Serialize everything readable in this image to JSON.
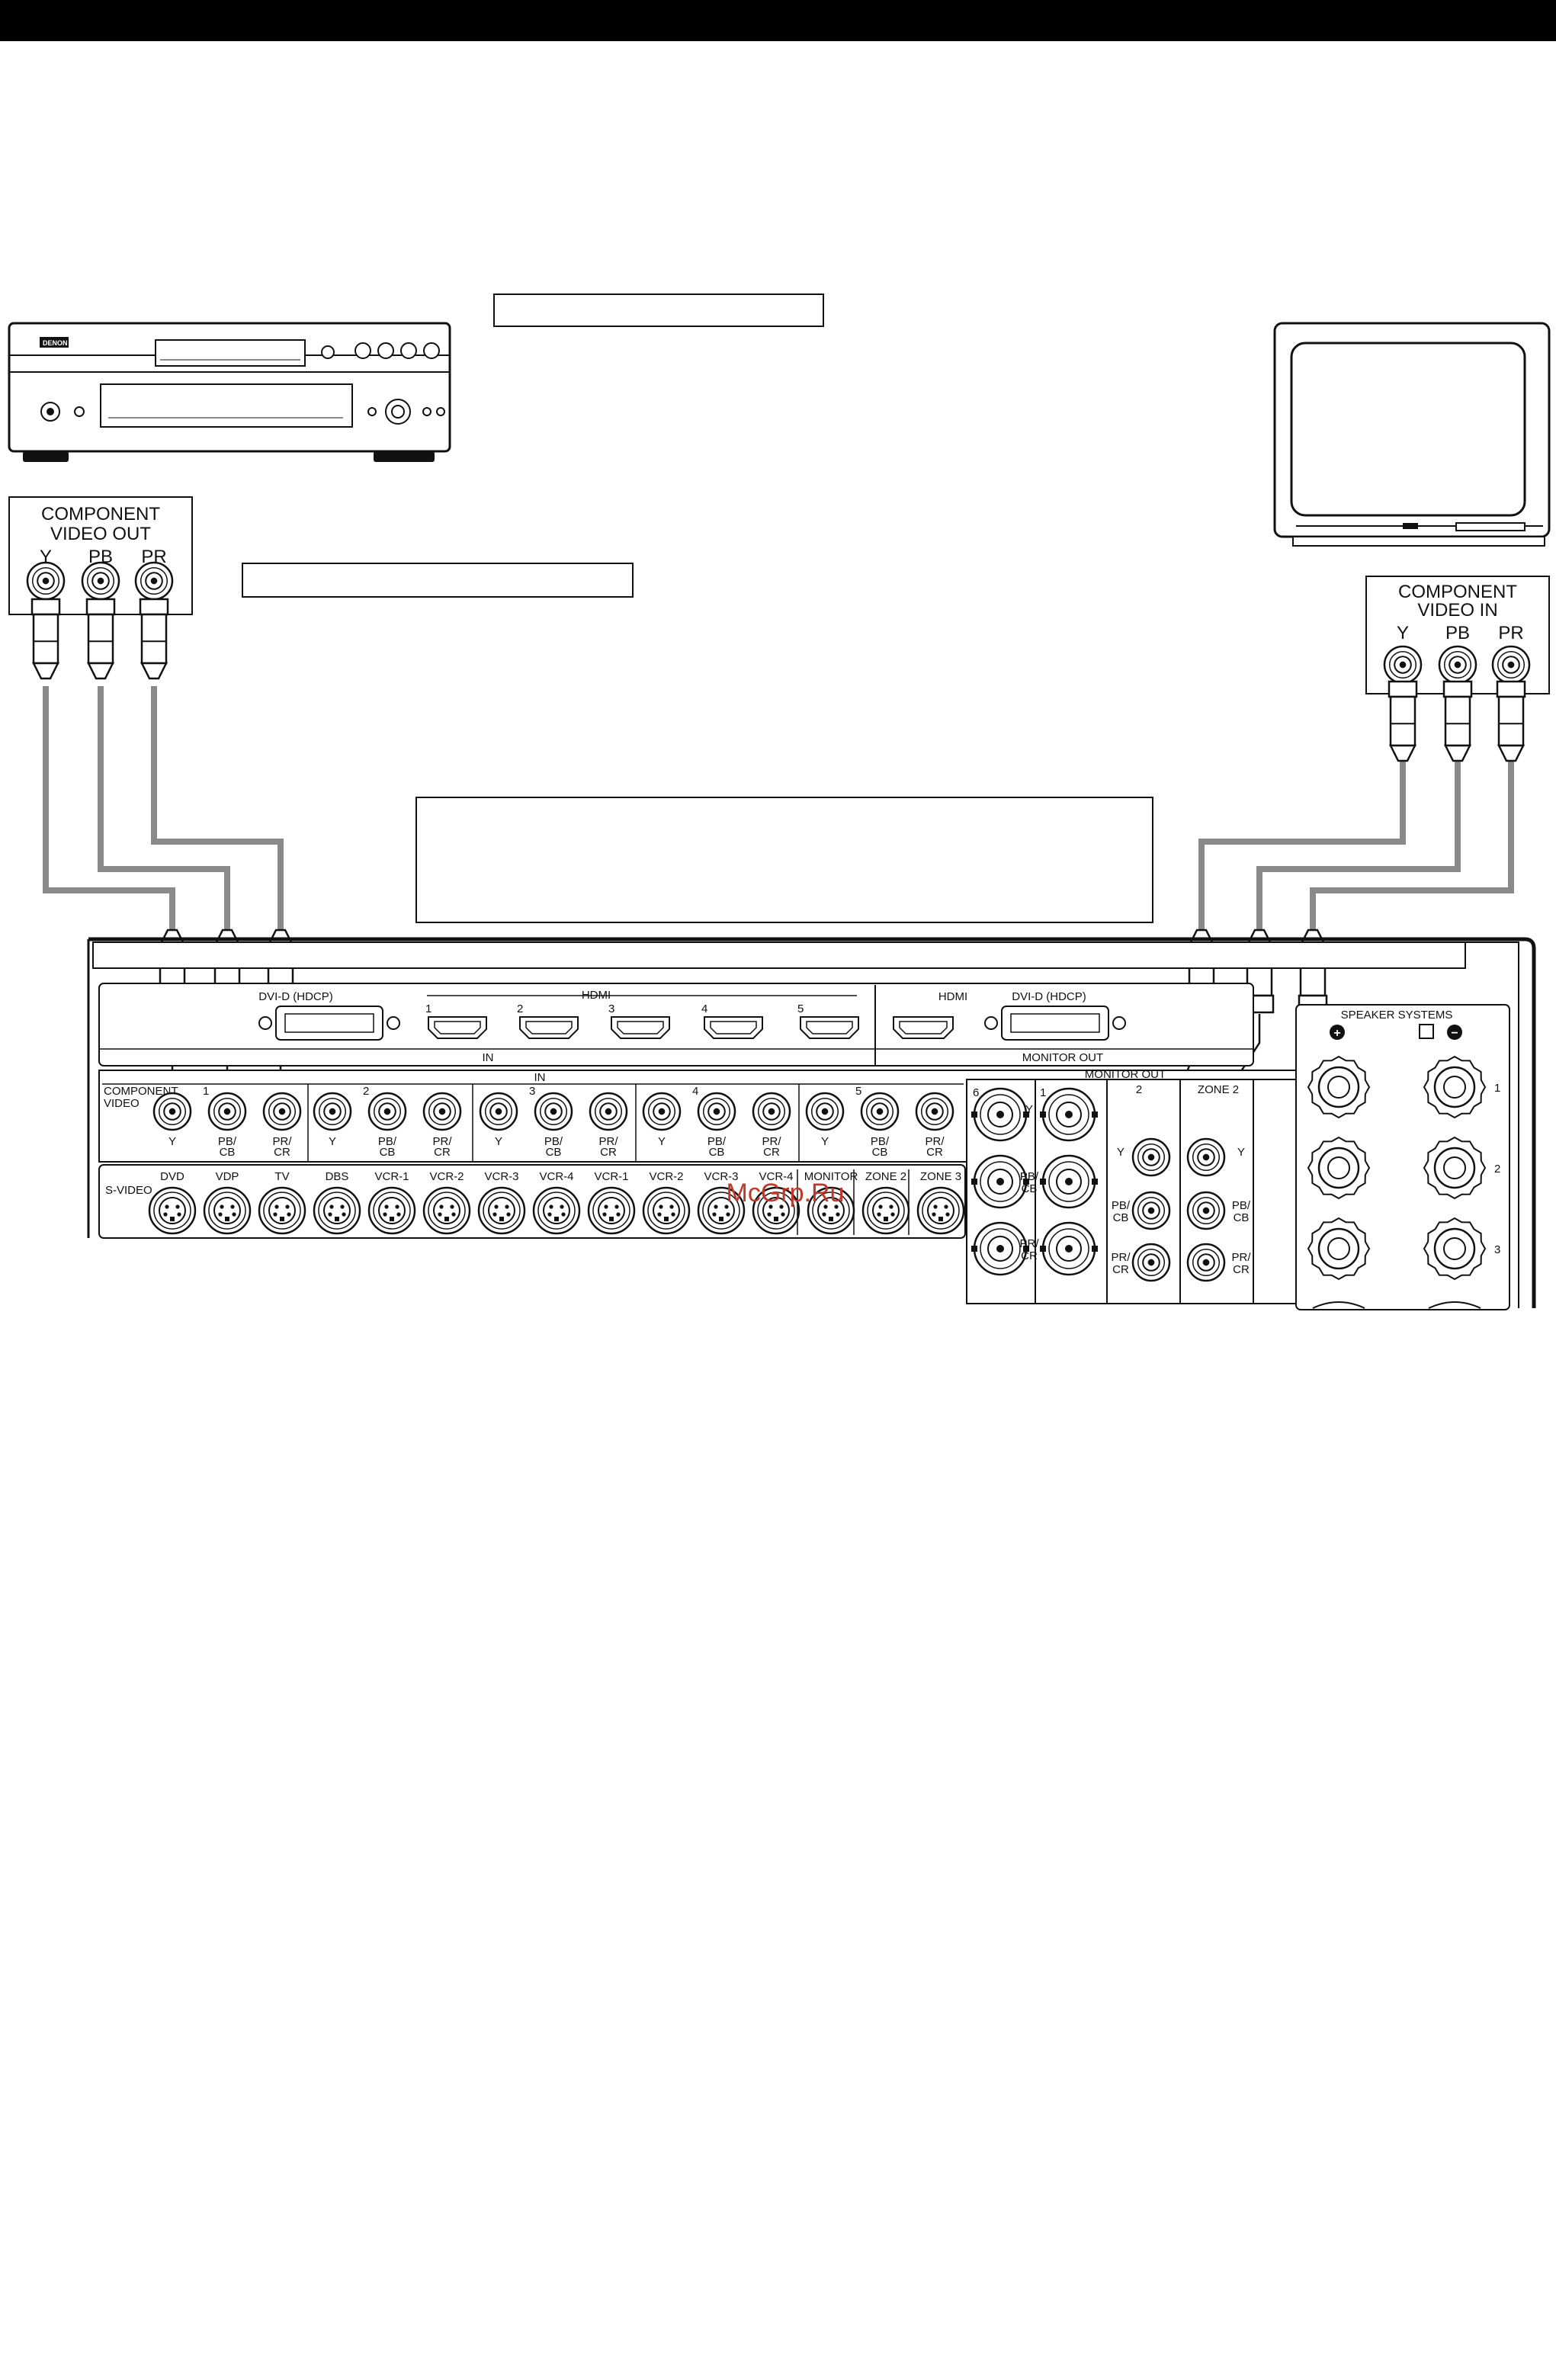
{
  "dvd_player": {
    "brand": "DENON",
    "output_panel": {
      "title_line1": "COMPONENT",
      "title_line2": "VIDEO OUT",
      "jacks": [
        "Y",
        "PB",
        "PR"
      ]
    }
  },
  "monitor_tv": {
    "input_panel": {
      "title_line1": "COMPONENT",
      "title_line2": "VIDEO IN",
      "jacks": [
        "Y",
        "PB",
        "PR"
      ]
    }
  },
  "receiver": {
    "hdmi_in": {
      "dvi_label": "DVI-D (HDCP)",
      "hdmi_label": "HDMI",
      "numbers": [
        "1",
        "2",
        "3",
        "4",
        "5"
      ],
      "section_label": "IN"
    },
    "monitor_out_top": {
      "hdmi_label": "HDMI",
      "dvi_label": "DVI-D (HDCP)",
      "section_label": "MONITOR OUT"
    },
    "component": {
      "section_label": "IN",
      "row_label_line1": "COMPONENT",
      "row_label_line2": "VIDEO",
      "groups": [
        {
          "num": "1",
          "jacks": [
            "Y",
            "PB/CB",
            "PR/CR"
          ]
        },
        {
          "num": "2",
          "jacks": [
            "Y",
            "PB/CB",
            "PR/CR"
          ]
        },
        {
          "num": "3",
          "jacks": [
            "Y",
            "PB/CB",
            "PR/CR"
          ]
        },
        {
          "num": "4",
          "jacks": [
            "Y",
            "PB/CB",
            "PR/CR"
          ]
        },
        {
          "num": "5",
          "jacks": [
            "Y",
            "PB/CB",
            "PR/CR"
          ]
        }
      ]
    },
    "svideo": {
      "row_label": "S-VIDEO",
      "jacks": [
        "DVD",
        "VDP",
        "TV",
        "DBS",
        "VCR-1",
        "VCR-2",
        "VCR-3",
        "VCR-4",
        "VCR-1",
        "VCR-2",
        "VCR-3",
        "VCR-4",
        "MONITOR",
        "ZONE 2",
        "ZONE 3"
      ]
    },
    "bnc": {
      "group6": "6",
      "group1": "1",
      "jacks": [
        "Y",
        "PB/CB",
        "PR/CR"
      ]
    },
    "monitor_out_block": {
      "title": "MONITOR OUT",
      "group2": "2",
      "zone2": "ZONE 2",
      "jacks": [
        "Y",
        "PB/CB",
        "PR/CR"
      ]
    },
    "speakers": {
      "title": "SPEAKER SYSTEMS",
      "plus": "+",
      "minus": "−",
      "rows": [
        "1",
        "2",
        "3"
      ]
    }
  },
  "watermark": "McGrp.Ru",
  "colors": {
    "cable": "#8a8a8a",
    "ink": "#111111",
    "header_bar": "#000000",
    "watermark": "#c0392b"
  }
}
